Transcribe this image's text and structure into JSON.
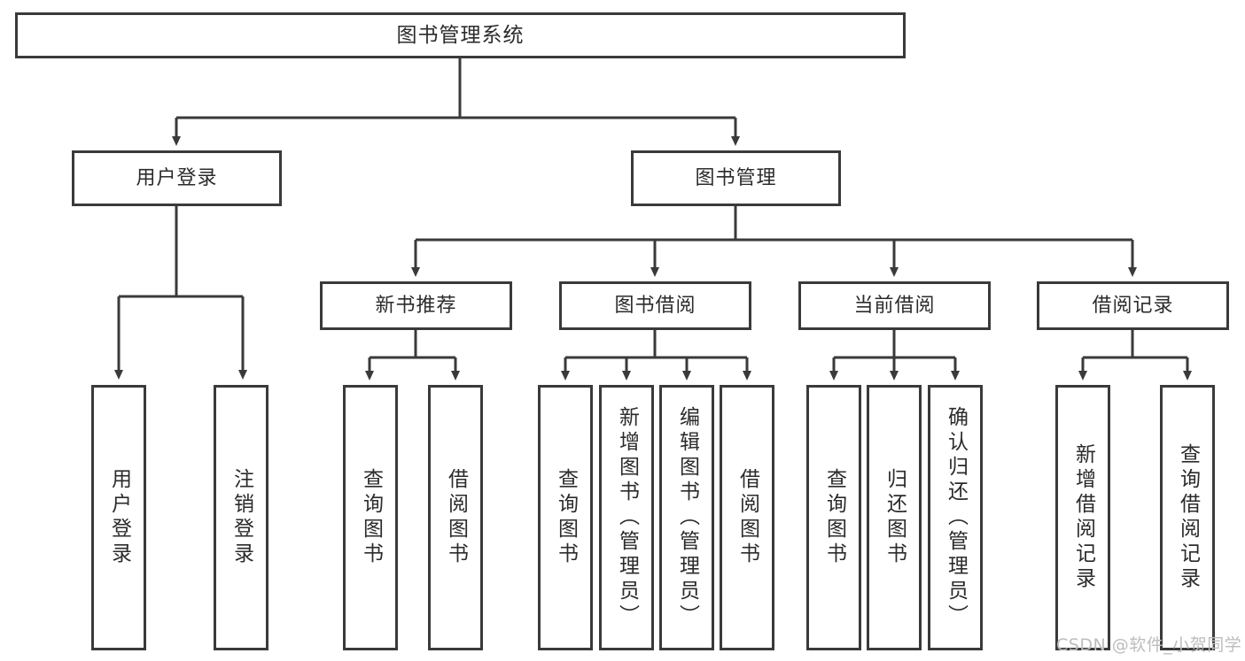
{
  "diagram": {
    "title": "图书管理系统",
    "type": "hierarchy-tree",
    "watermark": "CSDN @软件_小贺同学",
    "colors": {
      "stroke": "#3a3a3a",
      "box_fill": "#ffffff",
      "text": "#2b2b2b",
      "watermark": "#bdbdbd",
      "background": "#ffffff"
    },
    "nodes": {
      "root": {
        "label": "图书管理系统"
      },
      "level2": [
        {
          "label": "用户登录"
        },
        {
          "label": "图书管理"
        }
      ],
      "level3": [
        {
          "label": "新书推荐"
        },
        {
          "label": "图书借阅"
        },
        {
          "label": "当前借阅"
        },
        {
          "label": "借阅记录"
        }
      ],
      "leaves": {
        "user_login": [
          {
            "label": "用户登录"
          },
          {
            "label": "注销登录"
          }
        ],
        "new_book_recommend": [
          {
            "label": "查询图书"
          },
          {
            "label": "借阅图书"
          }
        ],
        "book_borrow": [
          {
            "label": "查询图书"
          },
          {
            "label": "新增图书（管理员）"
          },
          {
            "label": "编辑图书（管理员）"
          },
          {
            "label": "借阅图书"
          }
        ],
        "current_borrow": [
          {
            "label": "查询图书"
          },
          {
            "label": "归还图书"
          },
          {
            "label": "确认归还（管理员）"
          }
        ],
        "borrow_record": [
          {
            "label": "新增借阅记录"
          },
          {
            "label": "查询借阅记录"
          }
        ]
      }
    }
  }
}
